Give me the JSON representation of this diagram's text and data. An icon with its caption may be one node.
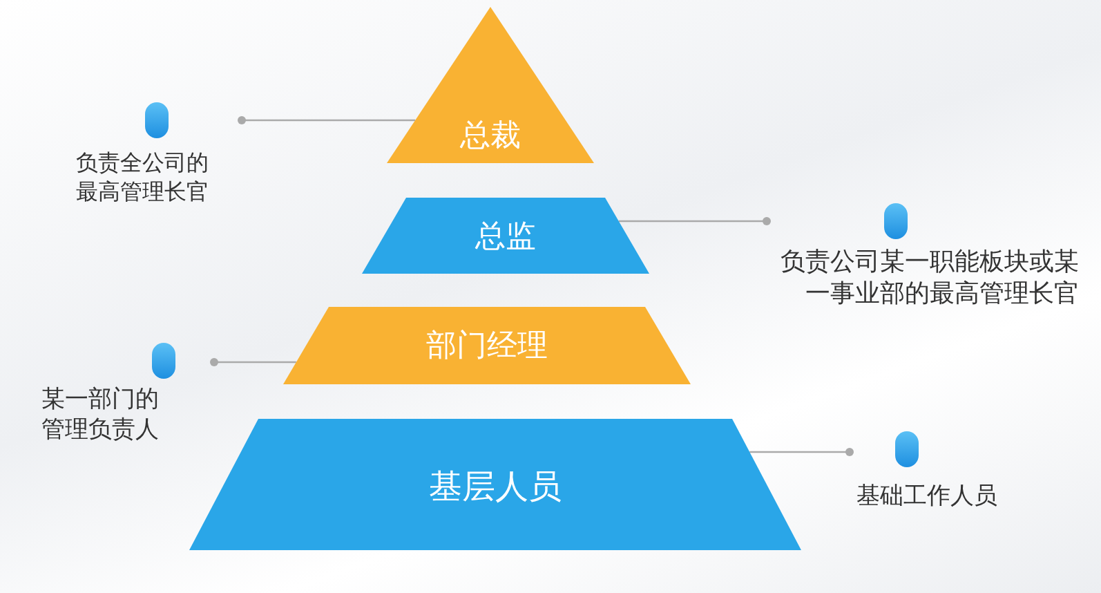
{
  "diagram": {
    "nodes": [
      {
        "text": [
          "总裁"
        ]
      },
      {
        "text": [
          "负责全公司的最高管理长官"
        ]
      },
      {
        "text": [
          "总监"
        ]
      },
      {
        "text": [
          "负责公司某一职能板块或某一事业部的最高管理长官"
        ]
      },
      {
        "text": [
          "部门经理"
        ]
      },
      {
        "text": [
          "某一部门的管理负责人"
        ]
      },
      {
        "text": [
          "基层人员"
        ]
      },
      {
        "text": [
          "基础工作人员"
        ]
      }
    ],
    "edges": [
      {
        "from": 1,
        "to": 0,
        "arrow": "other"
      },
      {
        "from": 3,
        "to": 2,
        "arrow": "other"
      },
      {
        "from": 5,
        "to": 4,
        "arrow": "other"
      },
      {
        "from": 7,
        "to": 6,
        "arrow": "other"
      }
    ]
  }
}
